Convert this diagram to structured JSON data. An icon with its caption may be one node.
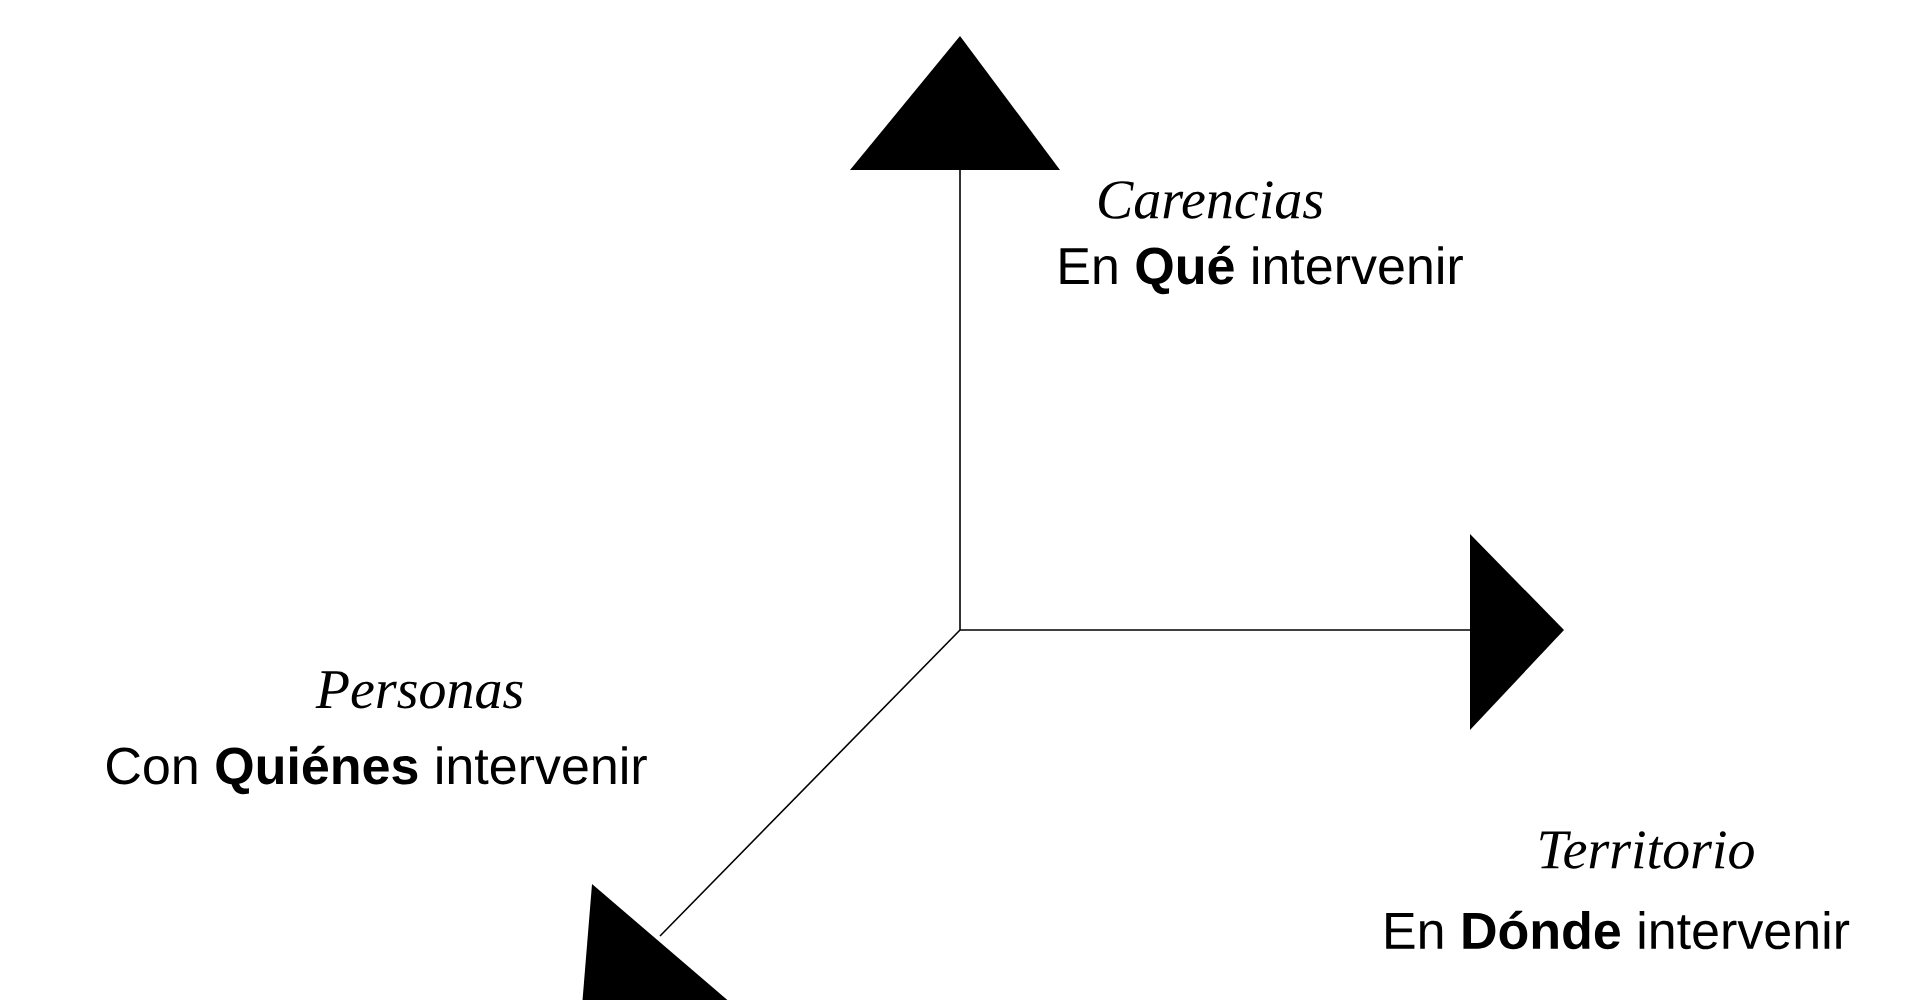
{
  "diagram": {
    "labels": [
      "Carencias",
      "En **Qué** intervenir",
      "Personas",
      "Con **Quiénes** intervenir",
      "Territorio",
      "En **Dónde** intervenir"
    ]
  }
}
